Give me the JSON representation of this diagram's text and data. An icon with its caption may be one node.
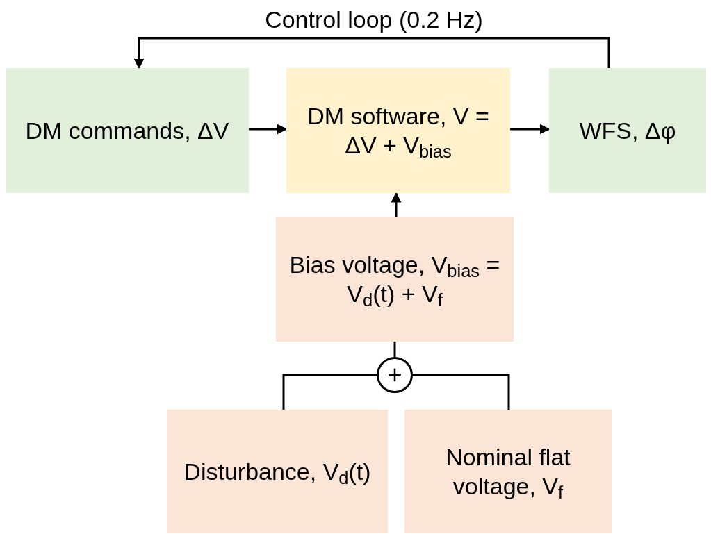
{
  "diagram": {
    "nodes": [
      {
        "text": [
          "DM commands, ΔV"
        ]
      },
      {
        "text": [
          "DM software, V = ΔV + V$_{bias}$"
        ]
      },
      {
        "text": [
          "WFS, Δφ"
        ]
      },
      {
        "text": [
          "Bias voltage, V$_{bias}$ = V$_{d}$(t) + V$_{f}$"
        ]
      },
      {
        "text": [
          "+"
        ]
      },
      {
        "text": [
          "Disturbance, V$_{d}$(t)"
        ]
      },
      {
        "text": [
          "Nominal flat voltage, V$_{f}$"
        ]
      }
    ],
    "edges": [
      {
        "from": 0,
        "to": 1,
        "arrow": "to"
      },
      {
        "from": 1,
        "to": 2,
        "arrow": "to"
      },
      {
        "from": 2,
        "to": 0,
        "arrow": "to",
        "label": "Control loop (0.2 Hz)"
      },
      {
        "from": 3,
        "to": 1,
        "arrow": "to"
      },
      {
        "from": 4,
        "to": 3,
        "arrow": "none"
      },
      {
        "from": 5,
        "to": 4,
        "arrow": "none"
      },
      {
        "from": 6,
        "to": 4,
        "arrow": "none"
      }
    ]
  }
}
